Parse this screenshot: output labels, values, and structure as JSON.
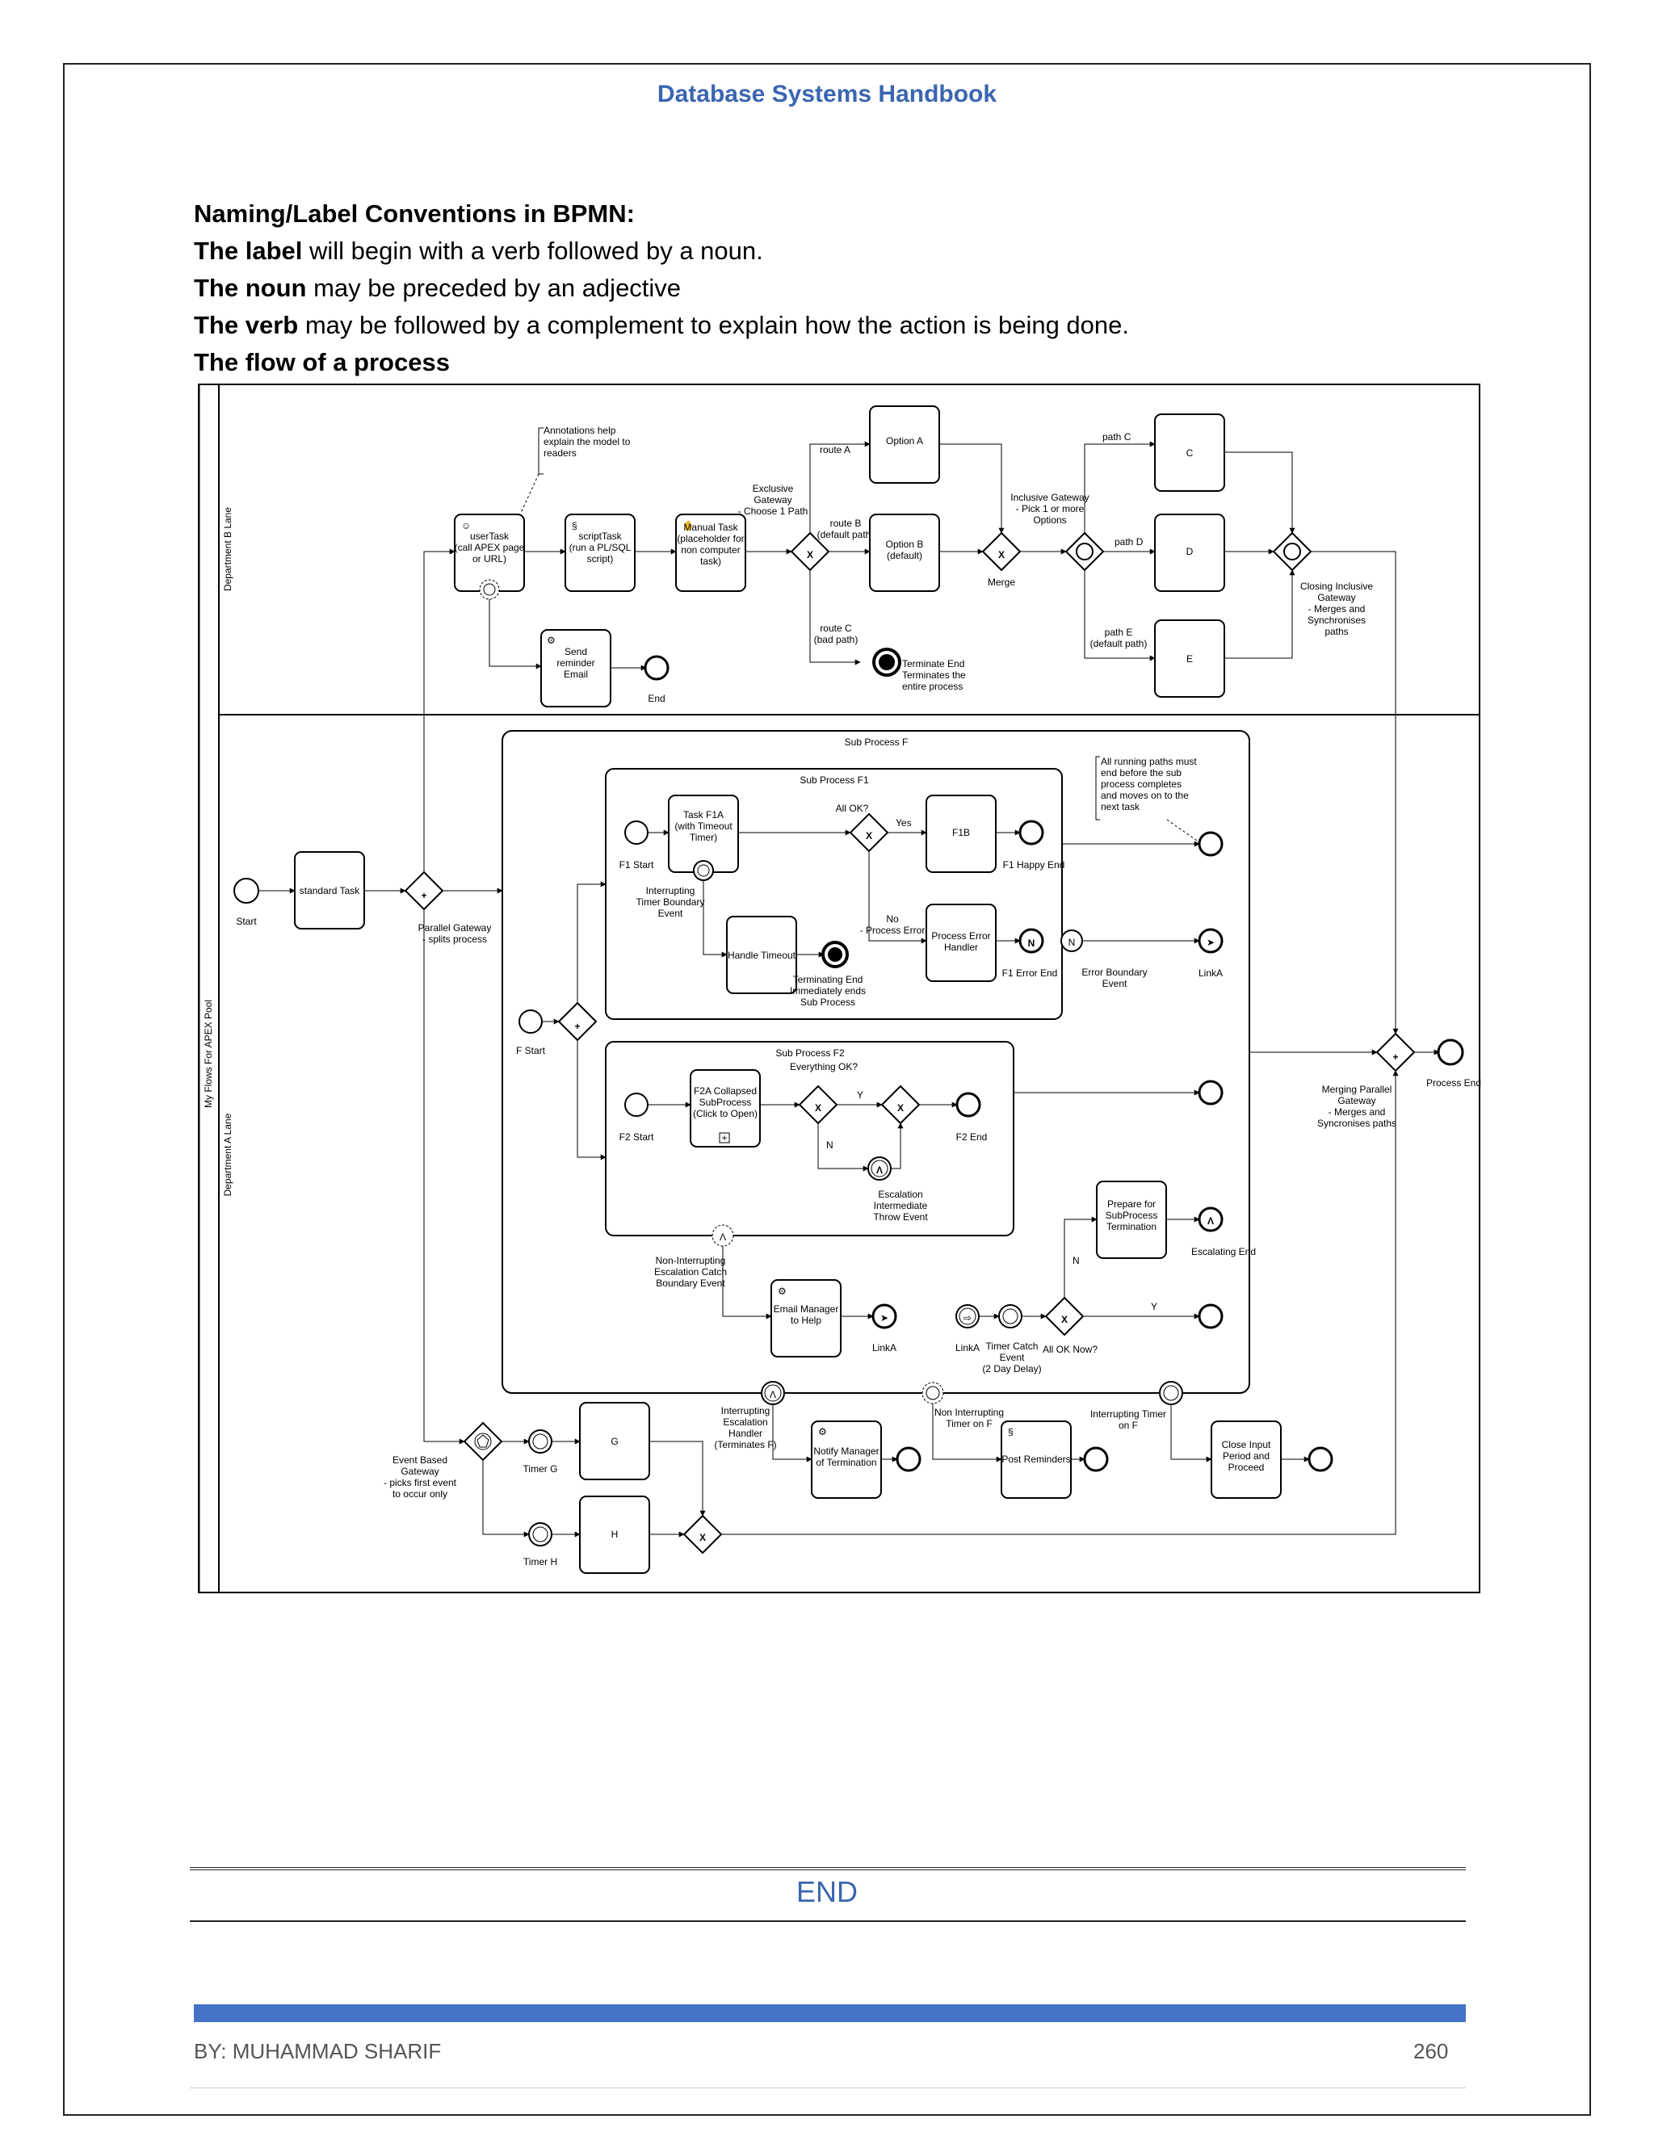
{
  "header": {
    "title": "Database Systems Handbook"
  },
  "intro": {
    "heading": "Naming/Label Conventions in BPMN:",
    "line1_bold": "The label",
    "line1_rest": " will begin with a verb followed by a noun.",
    "line2_bold": "The noun",
    "line2_rest": " may be preceded by an adjective",
    "line3_bold": "The verb",
    "line3_rest": " may be followed by a complement to explain how the action is being done.",
    "line4": "The flow of a process"
  },
  "diagram": {
    "pool": "My Flows For APEX Pool",
    "lane_b": "Department B Lane",
    "lane_a": "Department A Lane",
    "annotation1": [
      "Annotations help",
      "explain the model to",
      "readers"
    ],
    "user_task": [
      "userTask",
      "(call APEX page",
      "or URL)"
    ],
    "script_task": [
      "scriptTask",
      "(run a PL/SQL",
      "script)"
    ],
    "manual_task": [
      "Manual Task",
      "(placeholder for",
      "non computer",
      "task)"
    ],
    "exclusive_gw": [
      "Exclusive",
      "Gateway",
      "- Choose 1 Path"
    ],
    "route_a": "route A",
    "route_b": [
      "route B",
      "(default path)"
    ],
    "route_c": [
      "route C",
      "(bad path)"
    ],
    "option_a": "Option A",
    "option_b": [
      "Option B",
      "(default)"
    ],
    "merge": "Merge",
    "terminate_end": [
      "Terminate End",
      "Terminates the",
      "entire process"
    ],
    "inclusive_gw": [
      "Inclusive Gateway",
      "- Pick 1 or more",
      "Options"
    ],
    "path_c": "path C",
    "path_d": "path D",
    "path_e": [
      "path E",
      "(default path)"
    ],
    "task_c": "C",
    "task_d": "D",
    "task_e": "E",
    "closing_inclusive": [
      "Closing Inclusive",
      "Gateway",
      "- Merges and",
      "Synchronises",
      "paths"
    ],
    "send_reminder": [
      "Send",
      "reminder",
      "Email"
    ],
    "end": "End",
    "start": "Start",
    "standard_task": "standard Task",
    "parallel_gw": [
      "Parallel Gateway",
      "- splits process"
    ],
    "sub_f": "Sub Process F",
    "sub_f1": "Sub Process F1",
    "sub_f2": "Sub Process F2",
    "all_running": [
      "All running paths must",
      "end before the sub",
      "process completes",
      "and moves on to the",
      "next task"
    ],
    "f1_start": "F1 Start",
    "task_f1a": [
      "Task F1A",
      "(with Timeout",
      "Timer)"
    ],
    "all_ok": "All OK?",
    "yes": "Yes",
    "f1b": "F1B",
    "f1_happy_end": "F1 Happy End",
    "interrupting_timer": [
      "Interrupting",
      "Timer Boundary",
      "Event"
    ],
    "handle_timeout": "Handle Timeout",
    "terminating_end": [
      "Terminating End",
      "Immediately ends",
      "Sub Process"
    ],
    "no_process_error": [
      "No",
      "- Process Error"
    ],
    "process_error_handler": [
      "Process Error",
      "Handler"
    ],
    "f1_error_end": "F1 Error End",
    "error_boundary": [
      "Error Boundary",
      "Event"
    ],
    "link_a": "LinkA",
    "f_start": "F Start",
    "everything_ok": "Everything OK?",
    "f2_start": "F2 Start",
    "f2a": [
      "F2A Collapsed",
      "SubProcess",
      "(Click to Open)"
    ],
    "y": "Y",
    "n": "N",
    "f2_end": "F2 End",
    "escalation_throw": [
      "Escalation",
      "Intermediate",
      "Throw Event"
    ],
    "merging_parallel": [
      "Merging Parallel",
      "Gateway",
      "- Merges and",
      "Syncronises paths"
    ],
    "process_end": "Process End",
    "prepare_termination": [
      "Prepare for",
      "SubProcess",
      "Termination"
    ],
    "escalating_end": "Escalating End",
    "non_interrupting_escalation": [
      "Non-Interrupting",
      "Escalation Catch",
      "Boundary Event"
    ],
    "email_manager": [
      "Email Manager",
      "to Help"
    ],
    "timer_catch": [
      "Timer Catch",
      "Event",
      "(2 Day Delay)"
    ],
    "all_ok_now": "All OK Now?",
    "event_based_gw": [
      "Event Based",
      "Gateway",
      "- picks first event",
      "to occur only"
    ],
    "timer_g": "Timer G",
    "timer_h": "Timer H",
    "task_g": "G",
    "task_h": "H",
    "interrupting_escalation": [
      "Interrupting",
      "Escalation",
      "Handler",
      "(Terminates F)"
    ],
    "notify_manager": [
      "Notify Manager",
      "of Termination"
    ],
    "non_interrupting_timer": [
      "Non Interrupting",
      "Timer on F"
    ],
    "post_reminders": "Post Reminders",
    "interrupting_timer_f": [
      "Interrupting Timer",
      "on F"
    ],
    "close_input": [
      "Close Input",
      "Period and",
      "Proceed"
    ]
  },
  "end_section": {
    "title": "END"
  },
  "footer": {
    "author": "BY: MUHAMMAD SHARIF",
    "page_number": "260"
  }
}
